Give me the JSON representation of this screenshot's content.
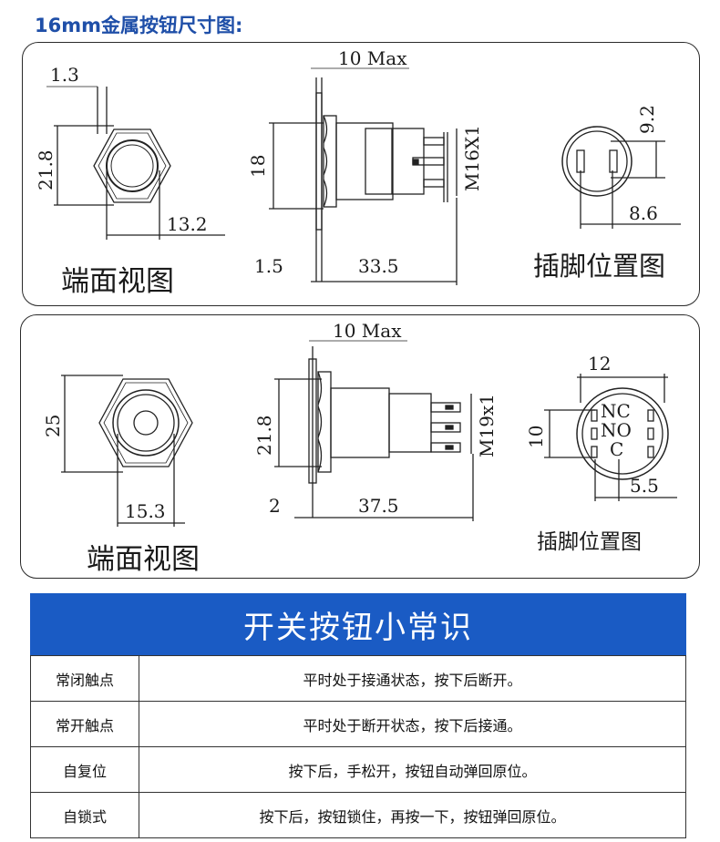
{
  "title": "16mm金属按钮尺寸图:",
  "panel1": {
    "front_caption": "端面视图",
    "pin_caption": "插脚位置图",
    "dims": {
      "d1_3": "1.3",
      "d21_8": "21.8",
      "d13_2": "13.2",
      "d10max": "10 Max",
      "d18": "18",
      "d1_5": "1.5",
      "d33_5": "33.5",
      "thread": "M16X1",
      "d9_2": "9.2",
      "d8_6": "8.6"
    }
  },
  "panel2": {
    "front_caption": "端面视图",
    "pin_caption": "插脚位置图",
    "dims": {
      "d25": "25",
      "d15_3": "15.3",
      "d10max": "10 Max",
      "d21_8": "21.8",
      "d2": "2",
      "d37_5": "37.5",
      "thread": "M19x1",
      "d12": "12",
      "d10": "10",
      "d5_5": "5.5",
      "nc": "NC",
      "no": "NO",
      "c": "C"
    }
  },
  "table": {
    "header": "开关按钮小常识",
    "rows": [
      {
        "term": "常闭触点",
        "desc": "平时处于接通状态，按下后断开。"
      },
      {
        "term": "常开触点",
        "desc": "平时处于断开状态，按下后接通。"
      },
      {
        "term": "自复位",
        "desc": "按下后，手松开，按钮自动弹回原位。"
      },
      {
        "term": "自锁式",
        "desc": "按下后，按钮锁住，再按一下，按钮弹回原位。"
      }
    ]
  }
}
